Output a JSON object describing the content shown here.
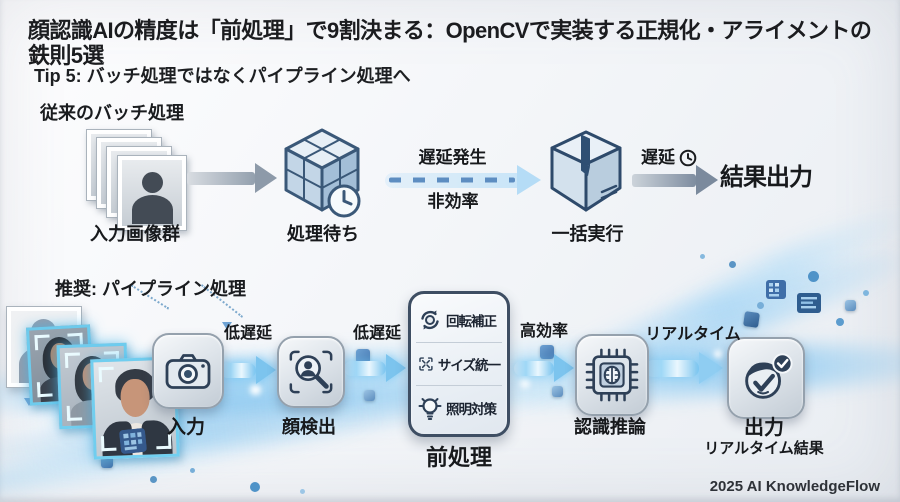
{
  "title": "顔認識AIの精度は「前処理」で9割決まる：OpenCVで実装する正規化・アライメントの鉄則5選",
  "tip": "Tip 5: バッチ処理ではなくパイプライン処理へ",
  "batch": {
    "heading": "従来のバッチ処理",
    "input_label": "入力画像群",
    "queue_label": "処理待ち",
    "delay_top": "遅延発生",
    "delay_bottom": "非効率",
    "exec_label": "一括実行",
    "delay_small": "遅延",
    "result_label": "結果出力"
  },
  "pipeline": {
    "heading": "推奨: パイプライン処理",
    "flow1": "低遅延",
    "flow2": "低遅延",
    "flow3": "高効率",
    "flow4": "リアルタイム",
    "input_label": "入力",
    "detect_label": "顔検出",
    "preprocess": {
      "title": "前処理",
      "items": [
        {
          "label": "回転補正",
          "icon": "rotate-icon"
        },
        {
          "label": "サイズ統一",
          "icon": "resize-icon"
        },
        {
          "label": "照明対策",
          "icon": "bulb-icon"
        }
      ]
    },
    "infer_label": "認識推論",
    "output_label": "出力",
    "output_sublabel": "リアルタイム結果"
  },
  "footer": {
    "credit": "2025 AI KnowledgeFlow"
  },
  "colors": {
    "stream_blue": "#8ecdf0",
    "accent_blue": "#7cc4ee",
    "dark_navy": "#2e4057",
    "dash_blue": "#5d8dc1",
    "tile_border": "#95a1ad"
  }
}
